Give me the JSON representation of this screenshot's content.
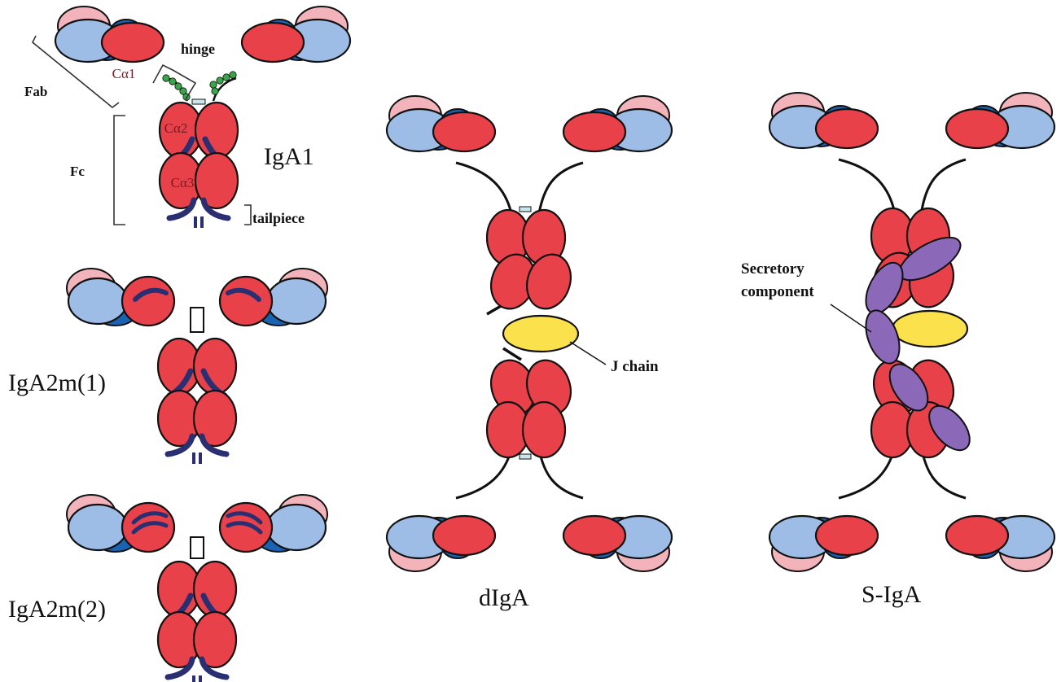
{
  "labels": {
    "igA1": "IgA1",
    "igA2m1": "IgA2m(1)",
    "igA2m2": "IgA2m(2)",
    "dIgA": "dIgA",
    "sIgA": "S-IgA",
    "fab": "Fab",
    "fc": "Fc",
    "hinge": "hinge",
    "tailpiece": "tailpiece",
    "ca1": "Cα1",
    "ca2": "Cα2",
    "ca3": "Cα3",
    "j_chain": "J chain",
    "secretory_line1": "Secretory",
    "secretory_line2": "component"
  },
  "colors": {
    "heavy_chain_red": "#e8414a",
    "light_chain_blue": "#9dbde6",
    "dark_blue": "#1a63b2",
    "pink": "#f3b3bb",
    "glycan_navy": "#2a2f72",
    "hinge_green": "#3aa64a",
    "j_chain_yellow": "#fbe14b",
    "secretory_purple": "#8b68b8",
    "outline": "#111111"
  }
}
